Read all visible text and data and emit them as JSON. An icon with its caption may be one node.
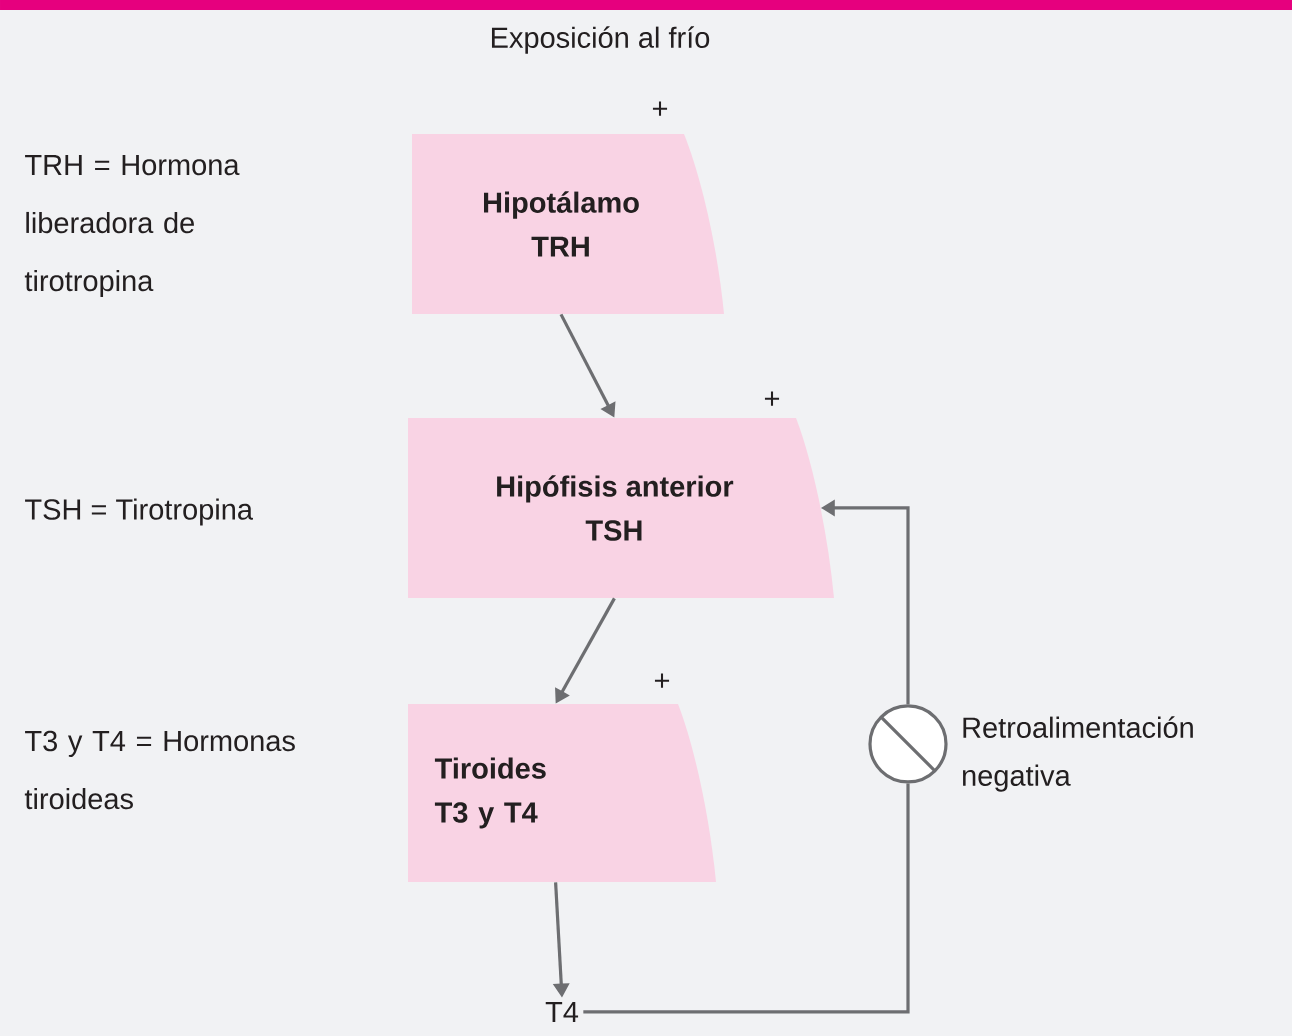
{
  "diagram": {
    "nodes": [
      {
        "text": [
          "Hipotálamo",
          "TRH"
        ],
        "beside": [
          "+"
        ]
      },
      {
        "text": [
          "Hipófisis anterior",
          "TSH"
        ],
        "beside": [
          "+"
        ]
      },
      {
        "text": [
          "Tiroides",
          "T3 y T4"
        ],
        "beside": [
          "+"
        ]
      },
      {
        "text": [
          "T4"
        ]
      },
      {
        "text": [],
        "shape": "circle",
        "beside": [
          "Retroalimentación negativa"
        ]
      }
    ],
    "edges": [
      {
        "from": 0,
        "to": 1,
        "arrow": "to"
      },
      {
        "from": 1,
        "to": 2,
        "arrow": "to"
      },
      {
        "from": 2,
        "to": 3,
        "arrow": "to"
      },
      {
        "from": 3,
        "to": 4,
        "arrow": "none"
      },
      {
        "from": 4,
        "to": 1,
        "arrow": "to"
      }
    ],
    "labels": [
      "Exposición al frío",
      "TRH = Hormona liberadora de tirotropina",
      "TSH = Tirotropina",
      "T3 y T4 = Hormonas tiroideas"
    ]
  }
}
